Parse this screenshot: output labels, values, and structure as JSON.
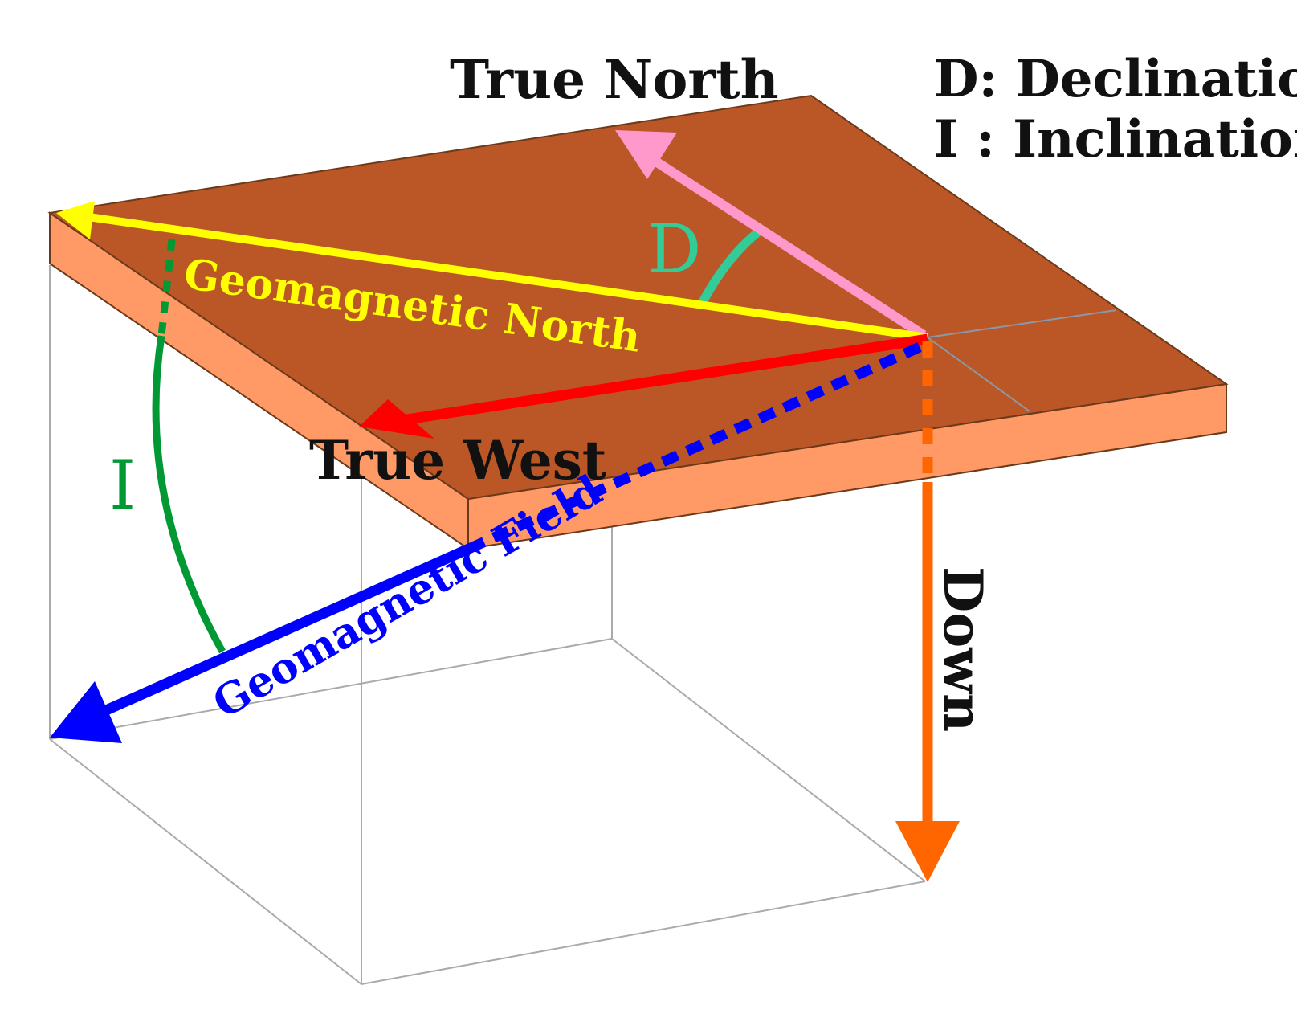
{
  "labels": {
    "true_north": "True North",
    "true_west": "True West",
    "down": "Down",
    "geomagnetic_north": "Geomagnetic North",
    "geomagnetic_field": "Geomagnetic Field",
    "declination_symbol": "D",
    "inclination_symbol": "I"
  },
  "legend": {
    "declination": "D: Declination",
    "inclination": "I : Inclination"
  },
  "colors": {
    "plate_top": "#bb5726",
    "plate_side": "#ff9966",
    "true_north_arrow": "#ff99cc",
    "geomagnetic_north_arrow": "#ffff00",
    "true_west_arrow": "#ff0000",
    "down_arrow": "#ff6600",
    "geomagnetic_field_arrow": "#0000ff",
    "declination_arc": "#33cc99",
    "inclination_arc": "#009933",
    "box_lines": "#aaaaaa"
  }
}
